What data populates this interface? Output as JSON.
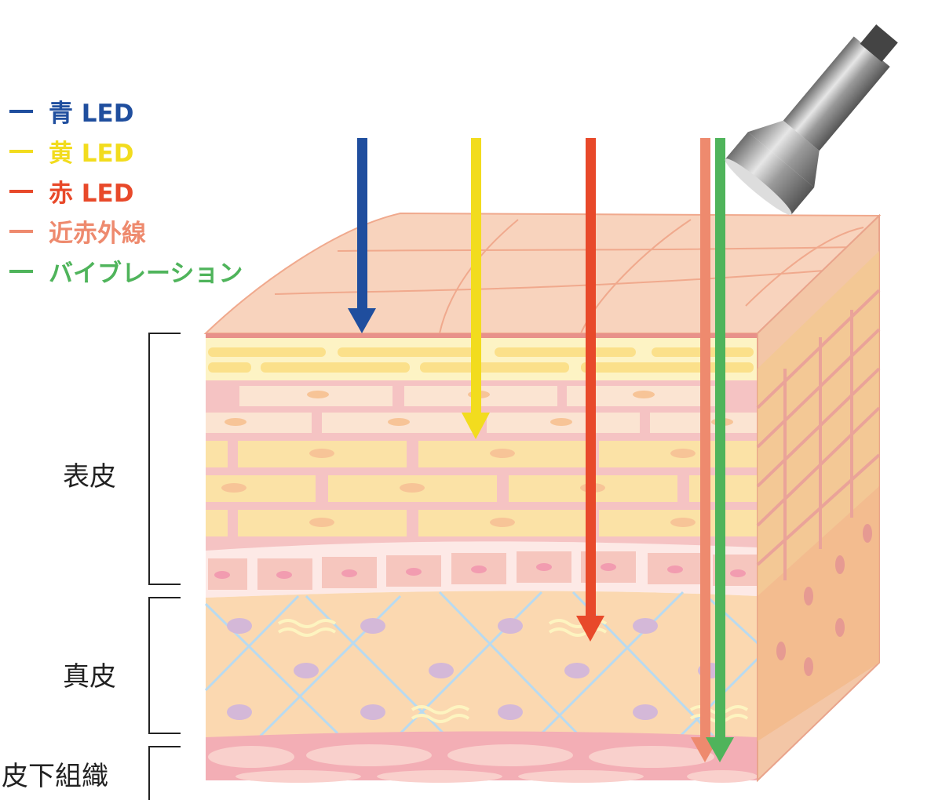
{
  "legend": [
    {
      "label": "青 LED",
      "color": "#1f4e9e"
    },
    {
      "label": "黄 LED",
      "color": "#f2dc1e"
    },
    {
      "label": "赤 LED",
      "color": "#e8492a"
    },
    {
      "label": "近赤外線",
      "color": "#ee8a6e"
    },
    {
      "label": "バイブレーション",
      "color": "#4fb45b"
    }
  ],
  "layers": {
    "epidermis": "表皮",
    "dermis": "真皮",
    "subcutaneous": "皮下組織"
  }
}
